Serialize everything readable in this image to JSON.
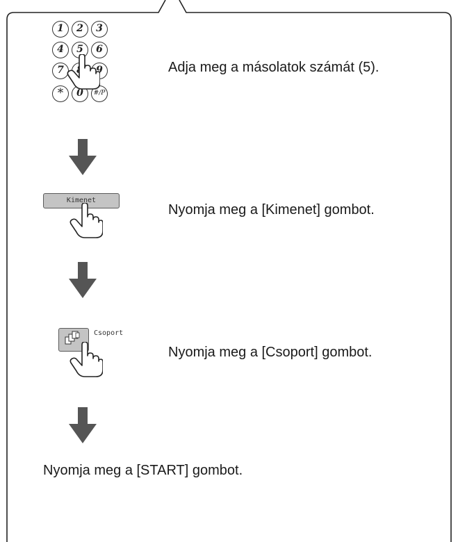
{
  "keypad": {
    "keys": [
      "1",
      "2",
      "3",
      "4",
      "5",
      "6",
      "7",
      "8",
      "9",
      "*",
      "0",
      "#/P"
    ]
  },
  "steps": [
    {
      "text": "Adja meg a másolatok számát (5)."
    },
    {
      "text": "Nyomja meg a [Kimenet] gombot.",
      "button_label": "Kimenet"
    },
    {
      "text": "Nyomja meg a [Csoport] gombot.",
      "button_label": "Csoport"
    },
    {
      "text": "Nyomja meg a [START] gombot."
    }
  ]
}
